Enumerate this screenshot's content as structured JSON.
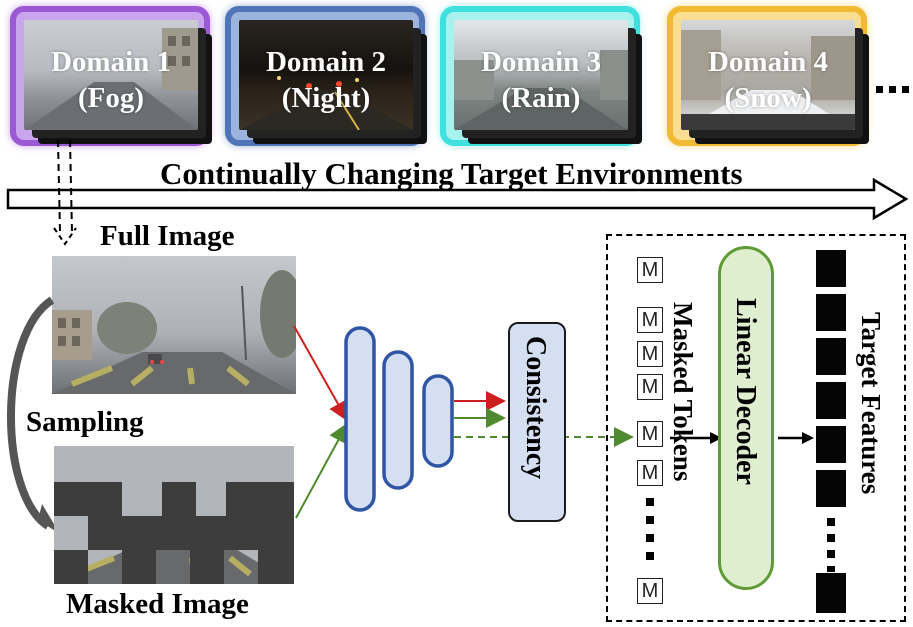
{
  "domains": [
    {
      "line1": "Domain 1",
      "line2": "(Fog)",
      "border": "#9b59d6",
      "glow": "#c9a5ee"
    },
    {
      "line1": "Domain 2",
      "line2": "(Night)",
      "border": "#4f74b8",
      "glow": "#9cb3dd"
    },
    {
      "line1": "Domain 3",
      "line2": "(Rain)",
      "border": "#3fe0de",
      "glow": "#a7f1ef"
    },
    {
      "line1": "Domain 4",
      "line2": "(Snow)",
      "border": "#f2b933",
      "glow": "#f9dd93"
    }
  ],
  "banner": "Continually Changing Target Environments",
  "full_image_label": "Full Image",
  "sampling_label": "Sampling",
  "masked_image_label": "Masked Image",
  "consistency_label": "Consistency",
  "masked_tokens_label": "Masked Tokens",
  "linear_decoder_label": "Linear Decoder",
  "target_features_label": "Target Features",
  "token_letter": "M",
  "colors": {
    "red_arrow": "#cc1f1f",
    "green_arrow": "#4f8a2f",
    "encoder_fill": "#d5dff2",
    "encoder_stroke": "#2f55a4",
    "decoder_fill": "#dfeecf",
    "decoder_stroke": "#5e9a35"
  }
}
